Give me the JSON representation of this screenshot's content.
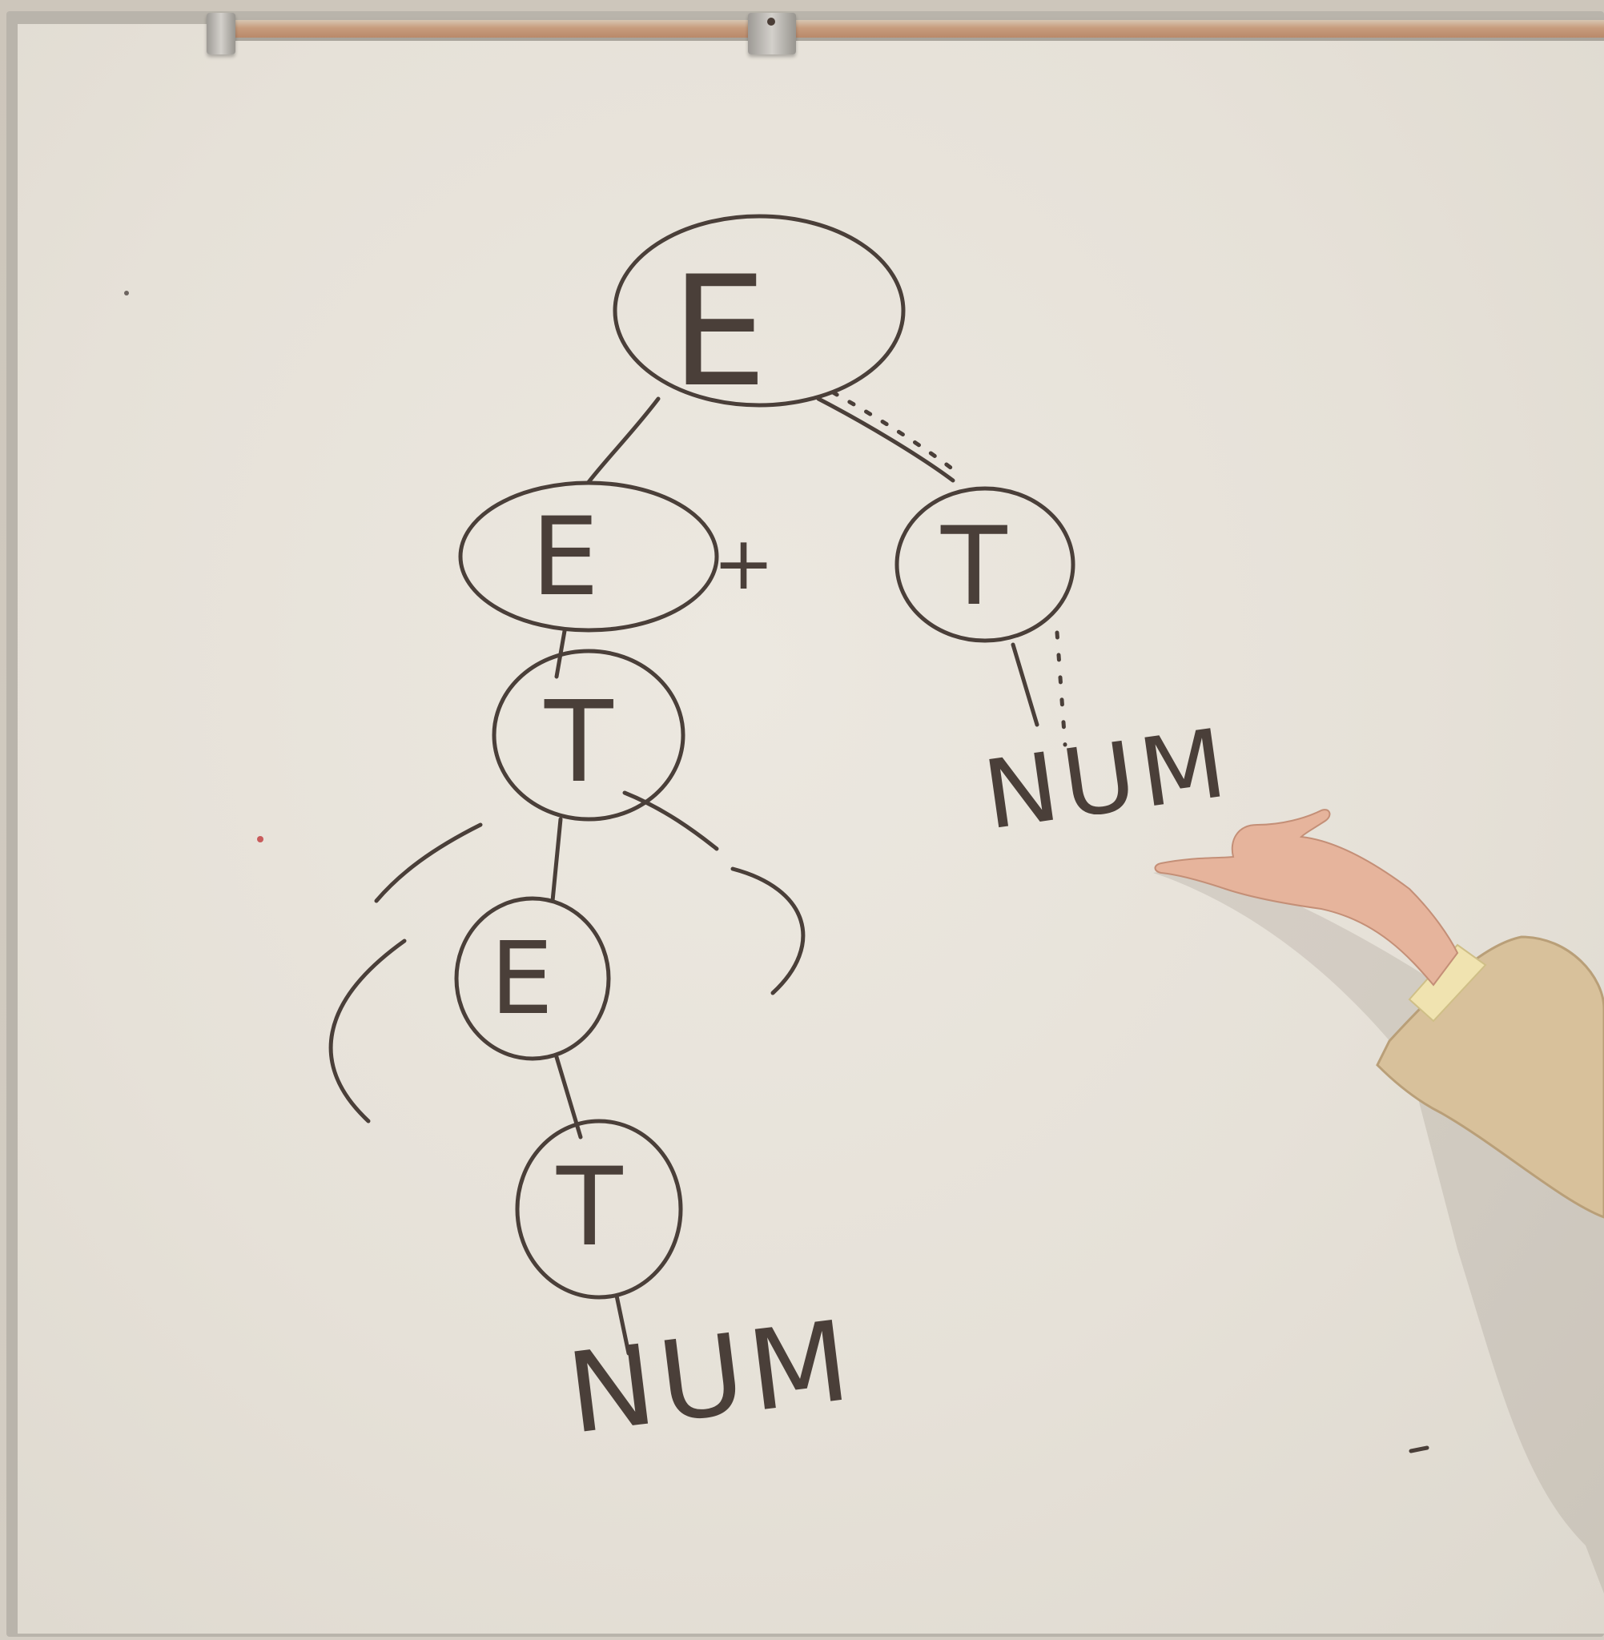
{
  "scene": "whiteboard",
  "tree": {
    "root": {
      "label": "E"
    },
    "left_child": {
      "label": "E"
    },
    "operator": {
      "label": "+"
    },
    "right_child": {
      "label": "T"
    },
    "right_leaf": {
      "label": "NUM"
    },
    "middle_node": {
      "label": "T"
    },
    "left_paren": {
      "label": "("
    },
    "right_paren": {
      "label": ")"
    },
    "inner_node": {
      "label": "E"
    },
    "lower_node": {
      "label": "T"
    },
    "bottom_leaf": {
      "label": "NUM"
    }
  },
  "colors": {
    "marker": "#4a3f39",
    "board": "#e9e5dd",
    "rail": "#c79c7d",
    "sleeve": "#d8c19b",
    "skin": "#e6b49c"
  }
}
